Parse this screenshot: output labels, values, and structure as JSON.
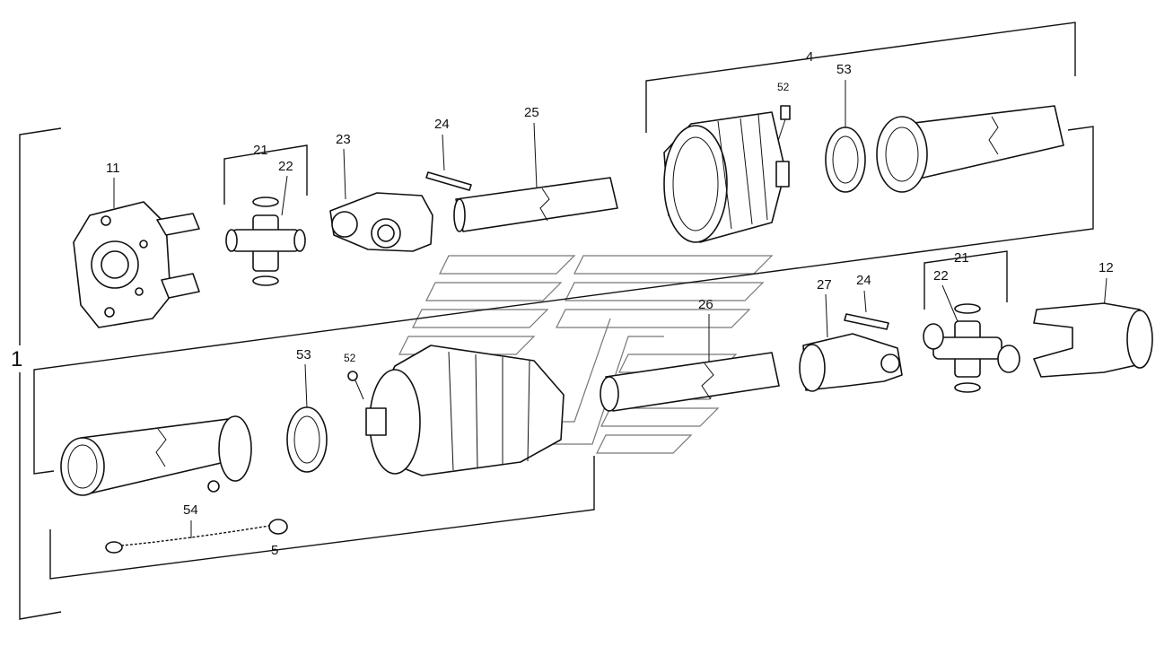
{
  "labels": {
    "assembly": "1",
    "outer_half": "4",
    "inner_half": "5",
    "clutch_yoke": "11",
    "tractor_yoke": "12",
    "cross_kit_top": "21",
    "cross_kit_bottom": "21",
    "bearing_top": "22",
    "bearing_bottom": "22",
    "inner_yoke": "23",
    "pin_top": "24",
    "pin_bottom": "24",
    "outer_tube": "25",
    "inner_tube": "26",
    "outer_yoke": "27",
    "grease_top": "52",
    "grease_bottom": "52",
    "bearing_ring_top": "53",
    "bearing_ring_bottom": "53",
    "chain": "54"
  },
  "icons": {
    "watermark": "watermark-logo"
  }
}
